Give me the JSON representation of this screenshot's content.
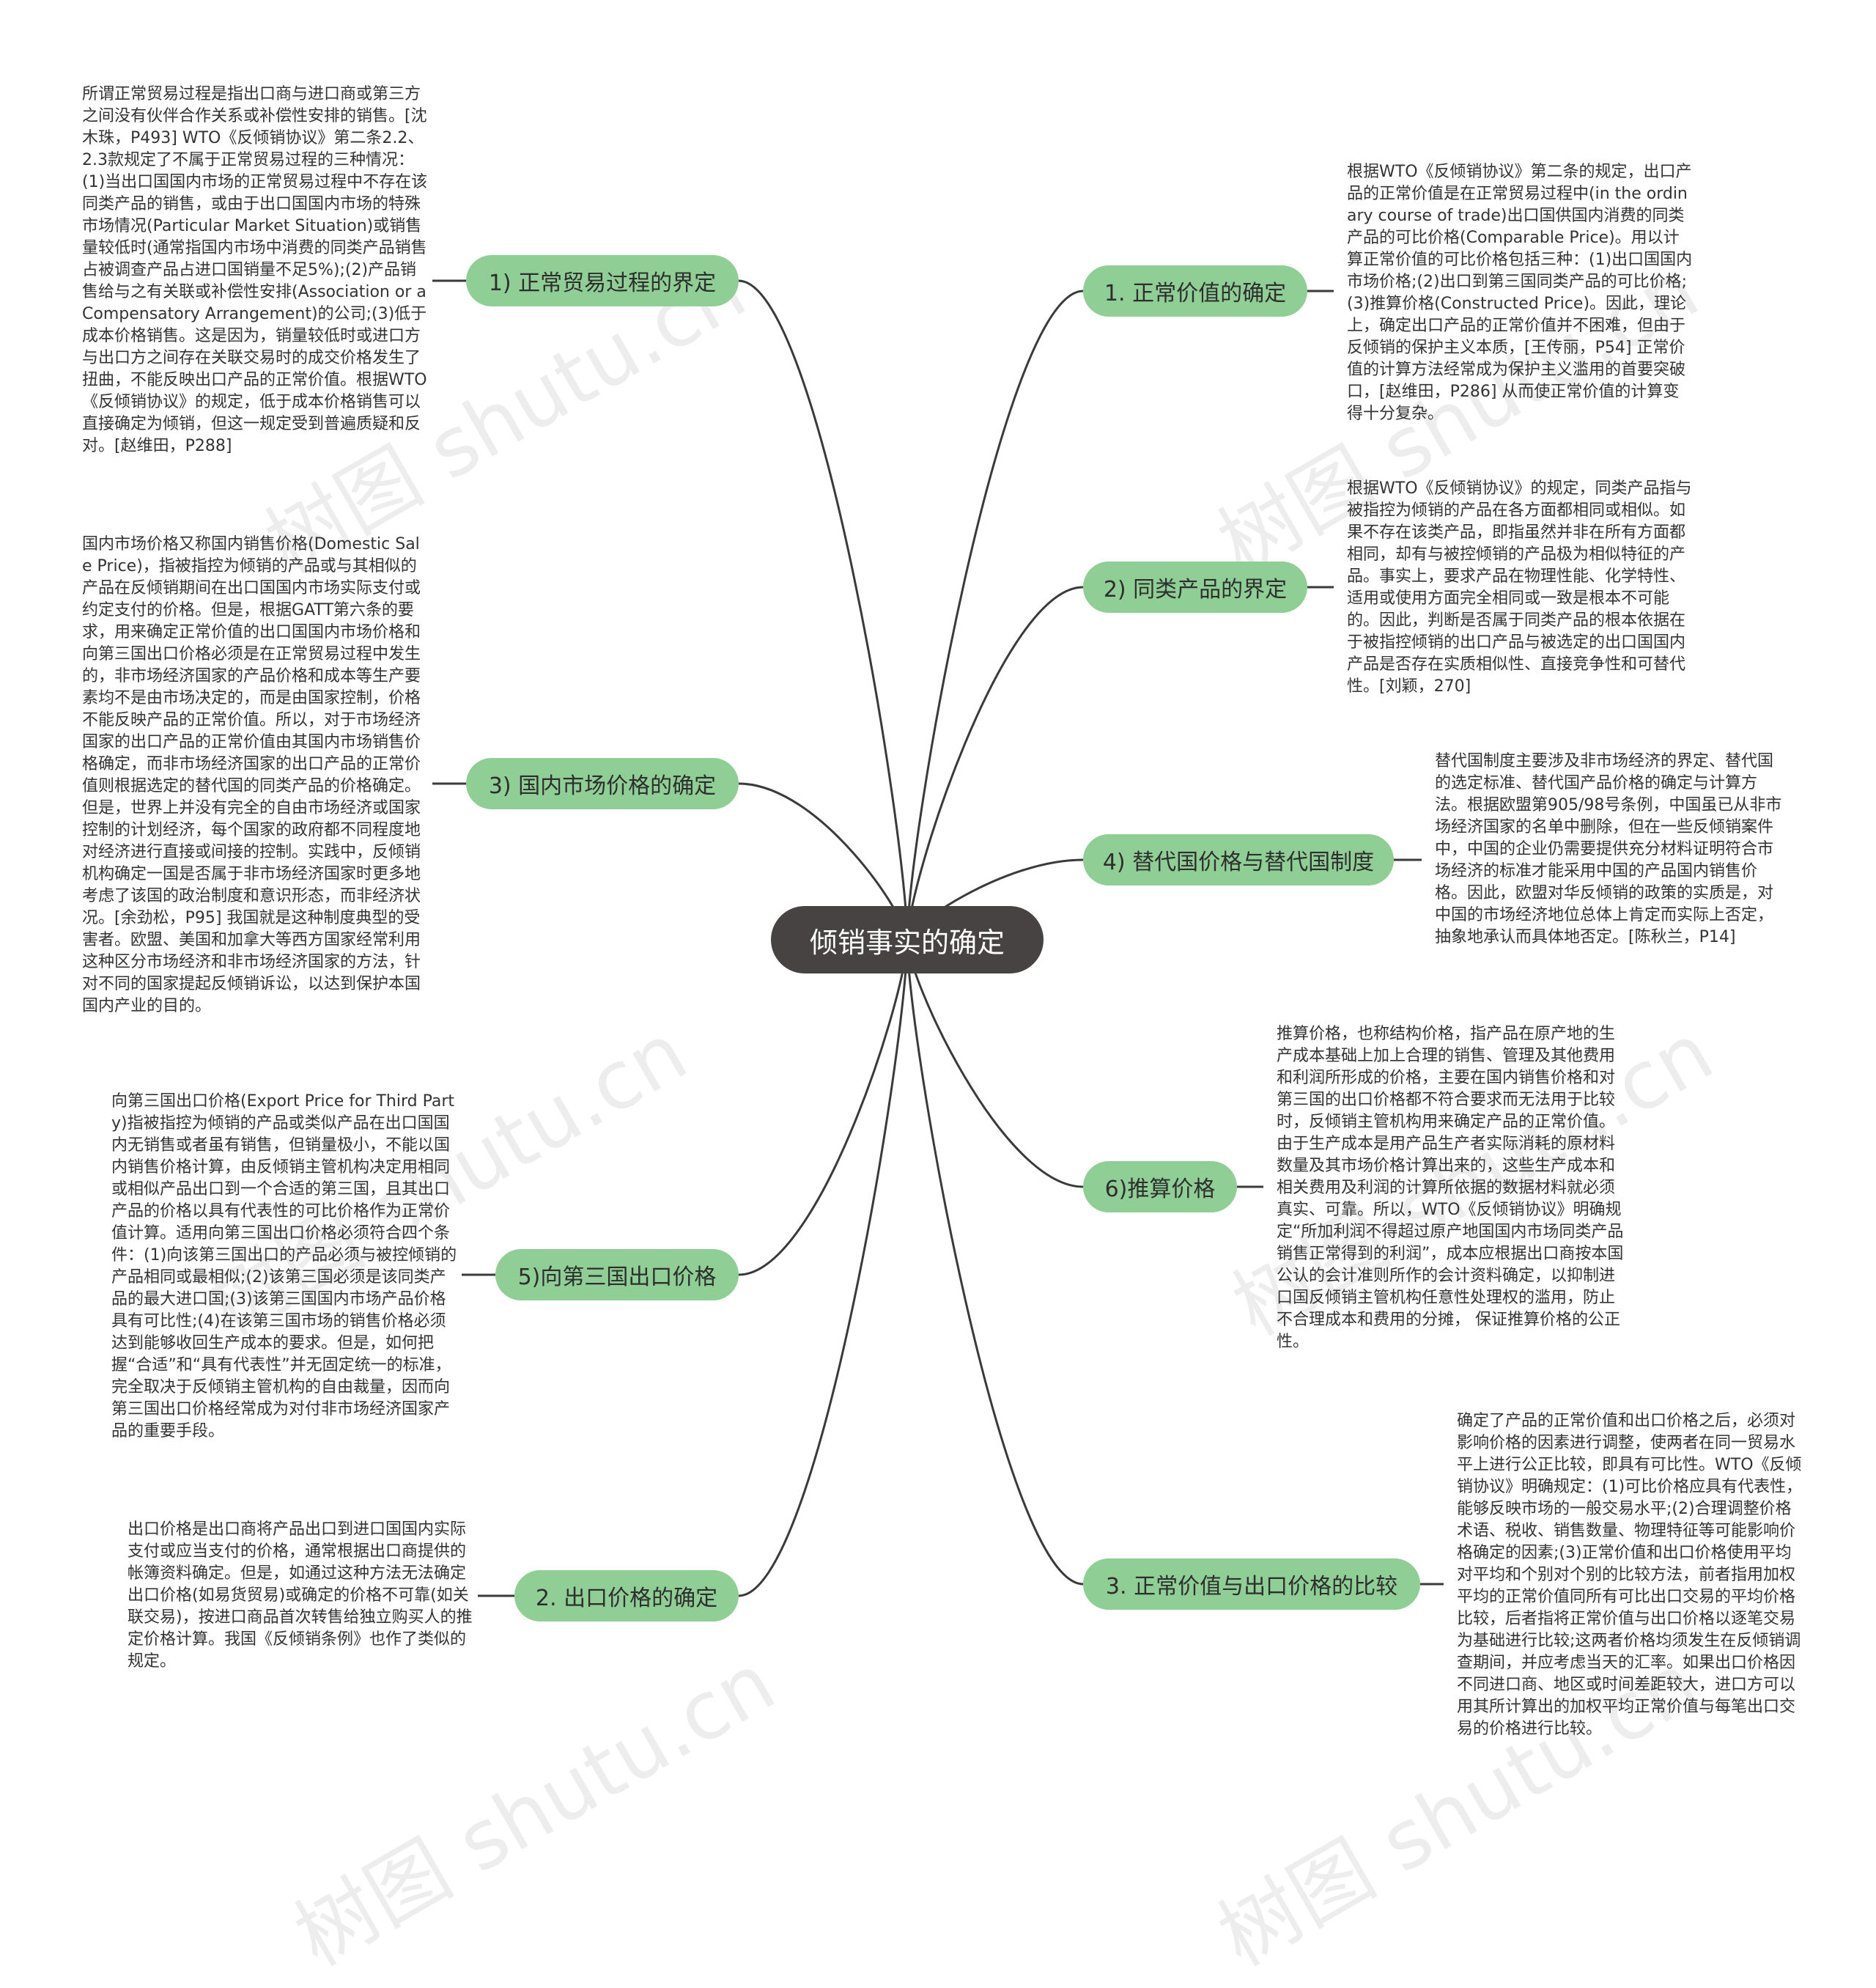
{
  "root": {
    "label": "倾销事实的确定"
  },
  "branches": [
    {
      "label": "1) 正常贸易过程的界定"
    },
    {
      "label": "3) 国内市场价格的确定"
    },
    {
      "label": "5)向第三国出口价格"
    },
    {
      "label": "2. 出口价格的确定"
    },
    {
      "label": "1. 正常价值的确定"
    },
    {
      "label": "2) 同类产品的界定"
    },
    {
      "label": "4) 替代国价格与替代国制度"
    },
    {
      "label": "6)推算价格"
    },
    {
      "label": "3. 正常价值与出口价格的比较"
    }
  ],
  "leaves": [
    {
      "text": "所谓正常贸易过程是指出口商与进口商或第三方之间没有伙伴合作关系或补偿性安排的销售。[沈木珠，P493] WTO《反倾销协议》第二条2.2、2.3款规定了不属于正常贸易过程的三种情况：(1)当出口国国内市场的正常贸易过程中不存在该同类产品的销售，或由于出口国国内市场的特殊市场情况(Particular Market Situation)或销售量较低时(通常指国内市场中消费的同类产品销售占被调查产品占进口国销量不足5%);(2)产品销售给与之有关联或补偿性安排(Association or a Compensatory Arrangement)的公司;(3)低于成本价格销售。这是因为，销量较低时或进口方与出口方之间存在关联交易时的成交价格发生了扭曲，不能反映出口产品的正常价值。根据WTO《反倾销协议》的规定，低于成本价格销售可以直接确定为倾销，但这一规定受到普遍质疑和反对。[赵维田，P288]"
    },
    {
      "text": "国内市场价格又称国内销售价格(Domestic Sale Price)，指被指控为倾销的产品或与其相似的产品在反倾销期间在出口国国内市场实际支付或约定支付的价格。但是，根据GATT第六条的要求，用来确定正常价值的出口国国内市场价格和向第三国出口价格必须是在正常贸易过程中发生的，非市场经济国家的产品价格和成本等生产要素均不是由市场决定的，而是由国家控制，价格不能反映产品的正常价值。所以，对于市场经济国家的出口产品的正常价值由其国内市场销售价格确定，而非市场经济国家的出口产品的正常价值则根据选定的替代国的同类产品的价格确定。但是，世界上并没有完全的自由市场经济或国家控制的计划经济，每个国家的政府都不同程度地对经济进行直接或间接的控制。实践中，反倾销机构确定一国是否属于非市场经济国家时更多地考虑了该国的政治制度和意识形态，而非经济状况。[余劲松，P95] 我国就是这种制度典型的受害者。欧盟、美国和加拿大等西方国家经常利用这种区分市场经济和非市场经济国家的方法，针对不同的国家提起反倾销诉讼，以达到保护本国国内产业的目的。"
    },
    {
      "text": "向第三国出口价格(Export Price for Third Party)指被指控为倾销的产品或类似产品在出口国国内无销售或者虽有销售，但销量极小，不能以国内销售价格计算，由反倾销主管机构决定用相同或相似产品出口到一个合适的第三国，且其出口产品的价格以具有代表性的可比价格作为正常价值计算。适用向第三国出口价格必须符合四个条件：(1)向该第三国出口的产品必须与被控倾销的产品相同或最相似;(2)该第三国必须是该同类产品的最大进口国;(3)该第三国国内市场产品价格具有可比性;(4)在该第三国市场的销售价格必须达到能够收回生产成本的要求。但是，如何把握“合适”和“具有代表性”并无固定统一的标准，完全取决于反倾销主管机构的自由裁量，因而向第三国出口价格经常成为对付非市场经济国家产品的重要手段。"
    },
    {
      "text": "出口价格是出口商将产品出口到进口国国内实际支付或应当支付的价格，通常根据出口商提供的帐簿资料确定。但是，如通过这种方法无法确定出口价格(如易货贸易)或确定的价格不可靠(如关联交易)，按进口商品首次转售给独立购买人的推定价格计算。我国《反倾销条例》也作了类似的规定。"
    },
    {
      "text": "根据WTO《反倾销协议》第二条的规定，出口产品的正常价值是在正常贸易过程中(in the ordinary course of trade)出口国供国内消费的同类产品的可比价格(Comparable Price)。用以计算正常价值的可比价格包括三种：(1)出口国国内市场价格;(2)出口到第三国同类产品的可比价格;(3)推算价格(Constructed Price)。因此，理论上，确定出口产品的正常价值并不困难，但由于反倾销的保护主义本质，[王传丽，P54] 正常价值的计算方法经常成为保护主义滥用的首要突破口，[赵维田，P286] 从而使正常价值的计算变得十分复杂。"
    },
    {
      "text": "根据WTO《反倾销协议》的规定，同类产品指与被指控为倾销的产品在各方面都相同或相似。如果不存在该类产品，即指虽然并非在所有方面都相同，却有与被控倾销的产品极为相似特征的产品。事实上，要求产品在物理性能、化学特性、适用或使用方面完全相同或一致是根本不可能的。因此，判断是否属于同类产品的根本依据在于被指控倾销的出口产品与被选定的出口国国内产品是否存在实质相似性、直接竞争性和可替代性。[刘颖，270]"
    },
    {
      "text": "替代国制度主要涉及非市场经济的界定、替代国的选定标准、替代国产品价格的确定与计算方法。根据欧盟第905/98号条例，中国虽已从非市场经济国家的名单中删除，但在一些反倾销案件中，中国的企业仍需要提供充分材料证明符合市场经济的标准才能采用中国的产品国内销售价格。因此，欧盟对华反倾销的政策的实质是，对中国的市场经济地位总体上肯定而实际上否定，抽象地承认而具体地否定。[陈秋兰，P14]"
    },
    {
      "text": "推算价格，也称结构价格，指产品在原产地的生产成本基础上加上合理的销售、管理及其他费用和利润所形成的价格，主要在国内销售价格和对第三国的出口价格都不符合要求而无法用于比较时，反倾销主管机构用来确定产品的正常价值。由于生产成本是用产品生产者实际消耗的原材料数量及其市场价格计算出来的，这些生产成本和相关费用及利润的计算所依据的数据材料就必须真实、可靠。所以，WTO《反倾销协议》明确规定“所加利润不得超过原产地国国内市场同类产品销售正常得到的利润”，成本应根据出口商按本国公认的会计准则所作的会计资料确定，以抑制进口国反倾销主管机构任意性处理权的滥用，防止不合理成本和费用的分摊， 保证推算价格的公正性。"
    },
    {
      "text": "确定了产品的正常价值和出口价格之后，必须对影响价格的因素进行调整，使两者在同一贸易水平上进行公正比较，即具有可比性。WTO《反倾销协议》明确规定：(1)可比价格应具有代表性，能够反映市场的一般交易水平;(2)合理调整价格术语、税收、销售数量、物理特征等可能影响价格确定的因素;(3)正常价值和出口价格使用平均对平均和个别对个别的比较方法，前者指用加权平均的正常价值同所有可比出口交易的平均价格比较，后者指将正常价值与出口价格以逐笔交易为基础进行比较;这两者价格均须发生在反倾销调查期间，并应考虑当天的汇率。如果出口价格因不同进口商、地区或时间差距较大，进口方可以用其所计算出的加权平均正常价值与每笔出口交易的价格进行比较。"
    }
  ],
  "watermark": "树图 shutu.cn",
  "colors": {
    "root": "#474343",
    "branch": "#8fcf95",
    "line": "#3a3a3a"
  }
}
